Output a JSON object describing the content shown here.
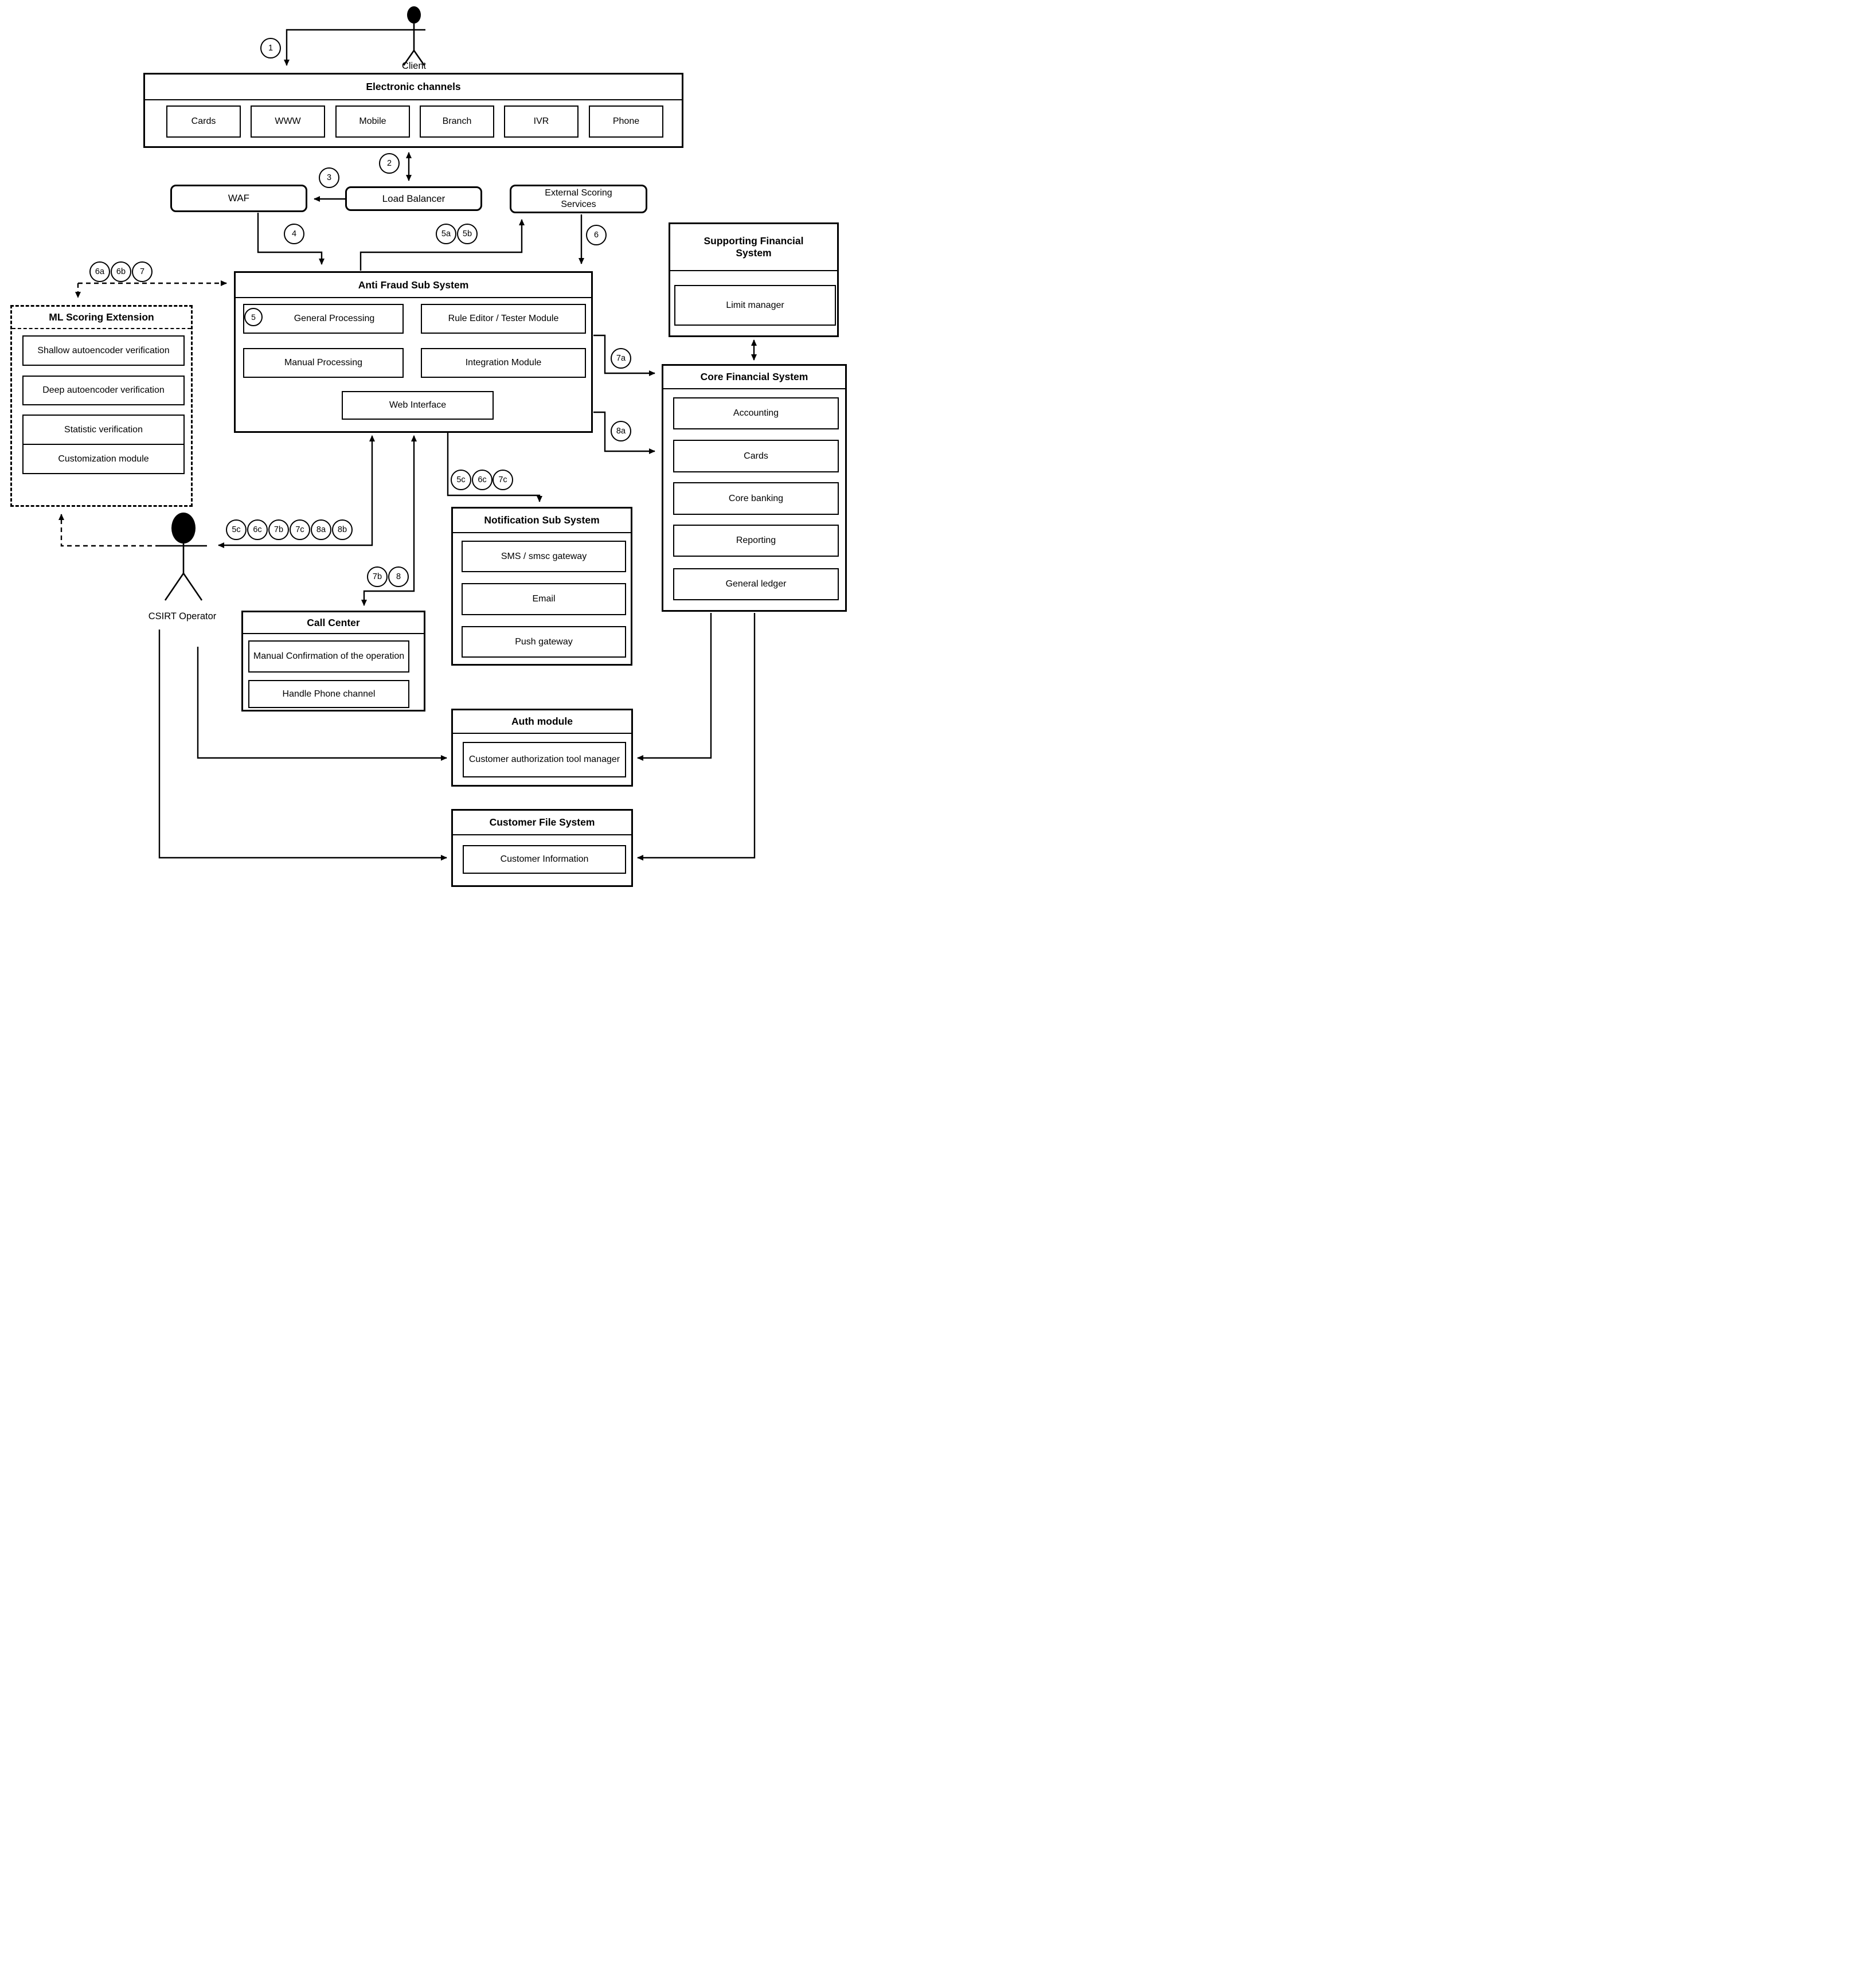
{
  "actors": {
    "client": "Client",
    "csirt_operator": "CSIRT Operator"
  },
  "electronic_channels": {
    "title": "Electronic channels",
    "items": [
      "Cards",
      "WWW",
      "Mobile",
      "Branch",
      "IVR",
      "Phone"
    ]
  },
  "waf": {
    "label": "WAF"
  },
  "load_balancer": {
    "label": "Load Balancer"
  },
  "external_scoring": {
    "label": "External Scoring Services"
  },
  "anti_fraud": {
    "title": "Anti Fraud Sub System",
    "modules": [
      "General Processing",
      "Rule Editor / Tester Module",
      "Manual Processing",
      "Integration Module",
      "Web Interface"
    ]
  },
  "ml_scoring": {
    "title": "ML Scoring Extension",
    "items": [
      "Shallow autoencoder verification",
      "Deep autoencoder verification",
      "Statistic verification",
      "Customization module"
    ]
  },
  "supporting_financial": {
    "title": "Supporting Financial System",
    "items": [
      "Limit manager"
    ]
  },
  "core_financial": {
    "title": "Core Financial System",
    "items": [
      "Accounting",
      "Cards",
      "Core banking",
      "Reporting",
      "General ledger"
    ]
  },
  "notification": {
    "title": "Notification Sub System",
    "items": [
      "SMS / smsc gateway",
      "Email",
      "Push gateway"
    ]
  },
  "call_center": {
    "title": "Call Center",
    "items": [
      "Manual Confirmation of the operation",
      "Handle Phone channel"
    ]
  },
  "auth_module": {
    "title": "Auth module",
    "items": [
      "Customer authorization tool manager"
    ]
  },
  "customer_file": {
    "title": "Customer File System",
    "items": [
      "Customer Information"
    ]
  },
  "badges": {
    "s1": "1",
    "s2": "2",
    "s3": "3",
    "s4": "4",
    "s5": "5",
    "s5a": "5a",
    "s5b": "5b",
    "s5c": "5c",
    "s6": "6",
    "s6a": "6a",
    "s6b": "6b",
    "s6c": "6c",
    "s7": "7",
    "s7a": "7a",
    "s7b": "7b",
    "s7c": "7c",
    "s8": "8",
    "s8a": "8a",
    "s8b": "8b"
  },
  "colors": {
    "line": "#000000",
    "background": "#ffffff"
  }
}
